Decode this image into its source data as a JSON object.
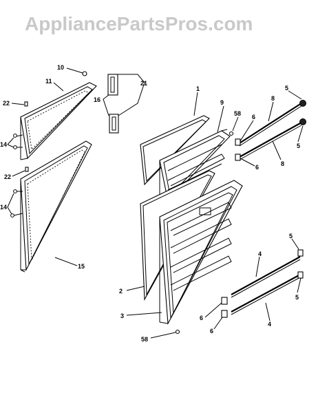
{
  "watermark": "AppliancePartsPros.com",
  "parts": [
    {
      "id": "p10",
      "label": "10"
    },
    {
      "id": "p11",
      "label": "11"
    },
    {
      "id": "p22a",
      "label": "22"
    },
    {
      "id": "p14a",
      "label": "14"
    },
    {
      "id": "p22b",
      "label": "22"
    },
    {
      "id": "p14b",
      "label": "14"
    },
    {
      "id": "p15",
      "label": "15"
    },
    {
      "id": "p21",
      "label": "21"
    },
    {
      "id": "p16",
      "label": "16"
    },
    {
      "id": "p1",
      "label": "1"
    },
    {
      "id": "p9",
      "label": "9"
    },
    {
      "id": "p58a",
      "label": "58"
    },
    {
      "id": "p6a",
      "label": "6"
    },
    {
      "id": "p8a",
      "label": "8"
    },
    {
      "id": "p5a",
      "label": "5"
    },
    {
      "id": "p5b",
      "label": "5"
    },
    {
      "id": "p6b",
      "label": "6"
    },
    {
      "id": "p8b",
      "label": "8"
    },
    {
      "id": "p2",
      "label": "2"
    },
    {
      "id": "p3",
      "label": "3"
    },
    {
      "id": "p4a",
      "label": "4"
    },
    {
      "id": "p5c",
      "label": "5"
    },
    {
      "id": "p5d",
      "label": "5"
    },
    {
      "id": "p6c",
      "label": "6"
    },
    {
      "id": "p6d",
      "label": "6"
    },
    {
      "id": "p4b",
      "label": "4"
    },
    {
      "id": "p58b",
      "label": "58"
    }
  ]
}
